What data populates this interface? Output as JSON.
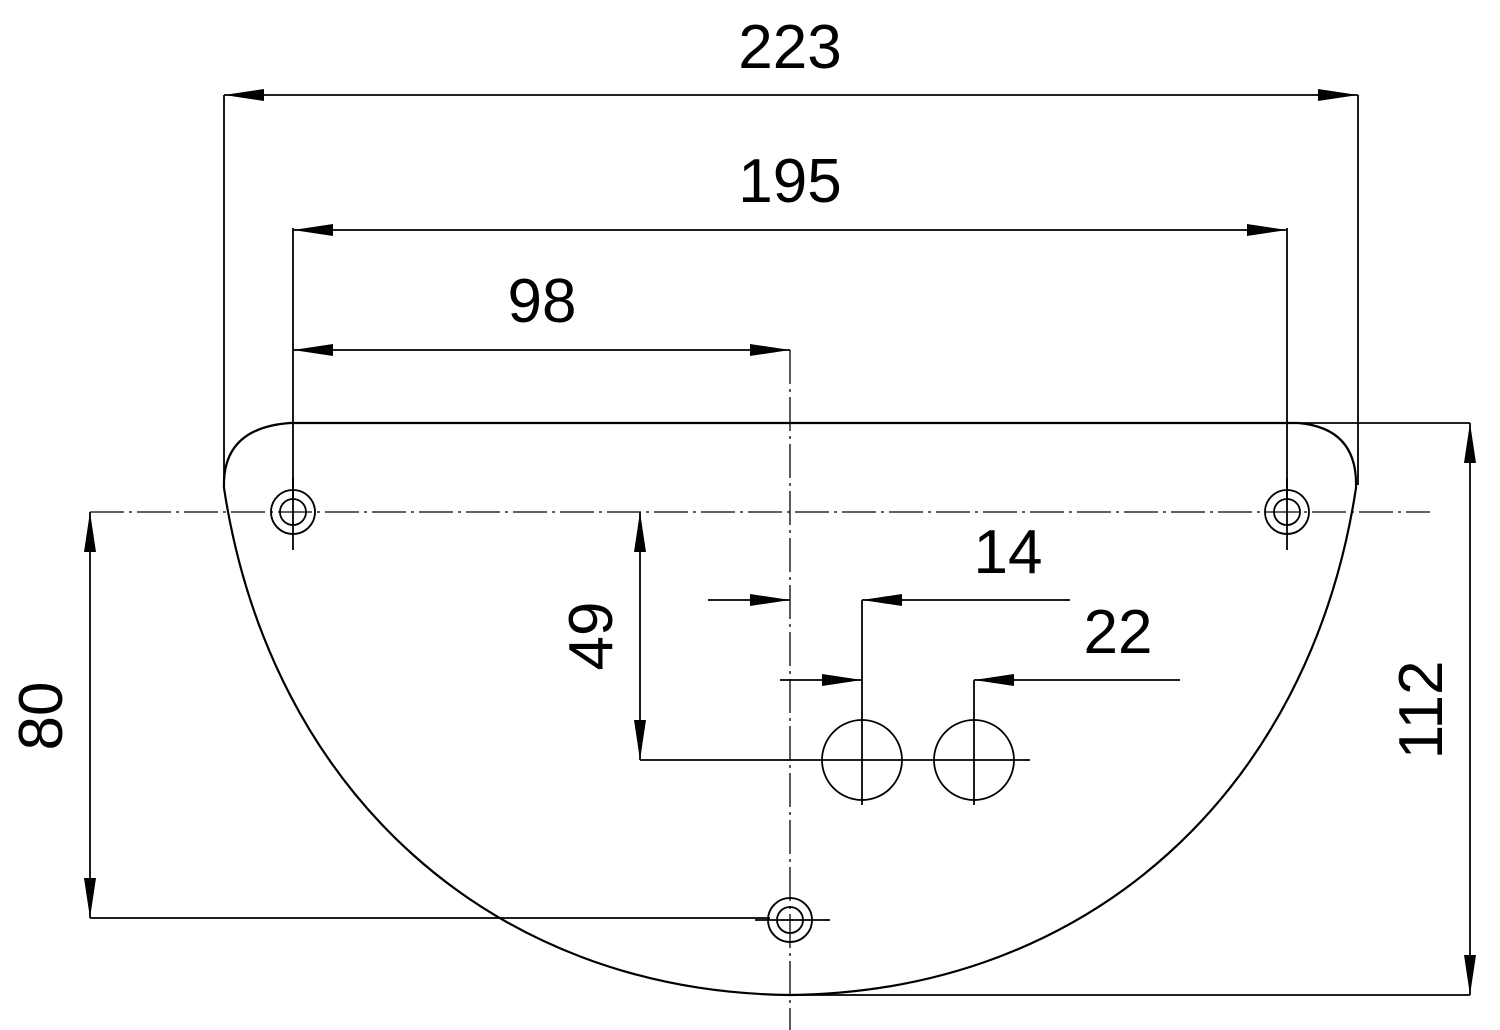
{
  "dimensions": {
    "overall_width": "223",
    "hole_span": "195",
    "center_offset": "98",
    "pin_offset_1": "14",
    "pin_offset_2": "22",
    "pin_depth": "49",
    "bottom_hole_depth": "80",
    "overall_height": "112"
  }
}
